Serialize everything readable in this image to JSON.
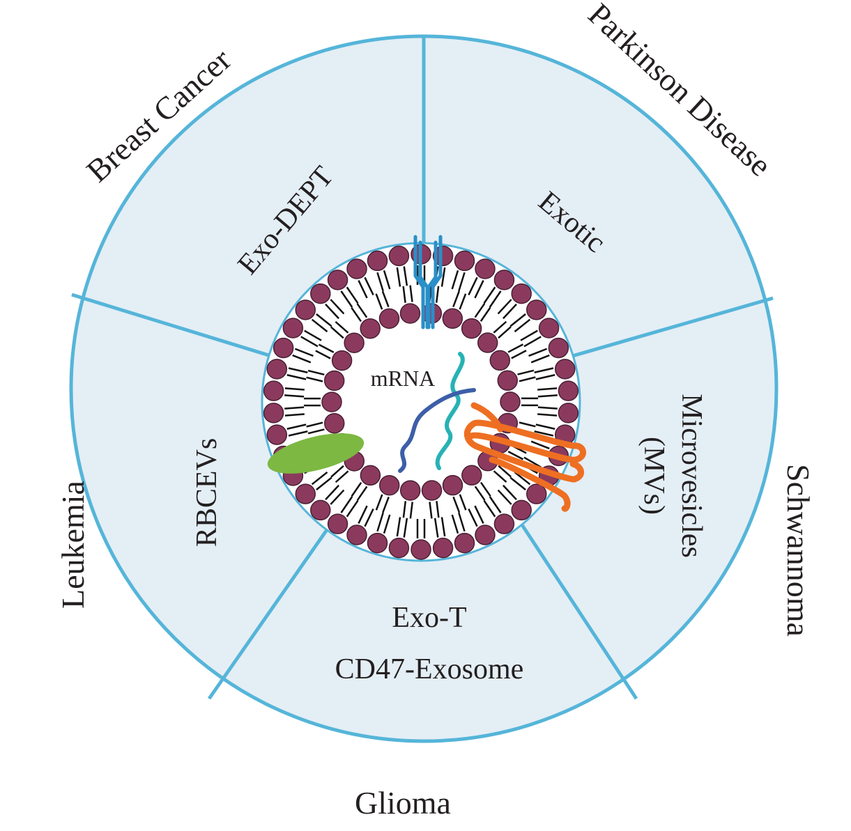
{
  "colors": {
    "ring_stroke": "#55b5d9",
    "segment_fill": "#e4eef5",
    "lipid_head": "#8b3a5e",
    "lipid_head_outline": "#4a1f33",
    "lipid_tail": "#111111",
    "receptor": "#2a8fc8",
    "protein_green": "#7cb842",
    "protein_orange": "#ee6f22",
    "mrna_teal": "#27b2b5",
    "mrna_blue": "#3d5fa8"
  },
  "diseases": [
    {
      "name": "Parkinson Disease"
    },
    {
      "name": "Schwannoma"
    },
    {
      "name": "Glioma"
    },
    {
      "name": "Leukemia"
    },
    {
      "name": "Breast Cancer"
    }
  ],
  "vehicles": [
    {
      "lines": [
        "Exotic"
      ]
    },
    {
      "lines": [
        "Microvesicles",
        "(MVs)"
      ]
    },
    {
      "lines": [
        "Exo-T",
        "CD47-Exosome"
      ]
    },
    {
      "lines": [
        "RBCEVs"
      ]
    },
    {
      "lines": [
        "Exo-DEPT"
      ]
    }
  ],
  "cargo_label": "mRNA",
  "icons": {
    "receptor": "y-shaped-receptor-icon",
    "green_protein": "ellipse-protein-icon",
    "orange_protein": "transmembrane-helix-icon",
    "mrna_strand": "mrna-strand-icon"
  }
}
